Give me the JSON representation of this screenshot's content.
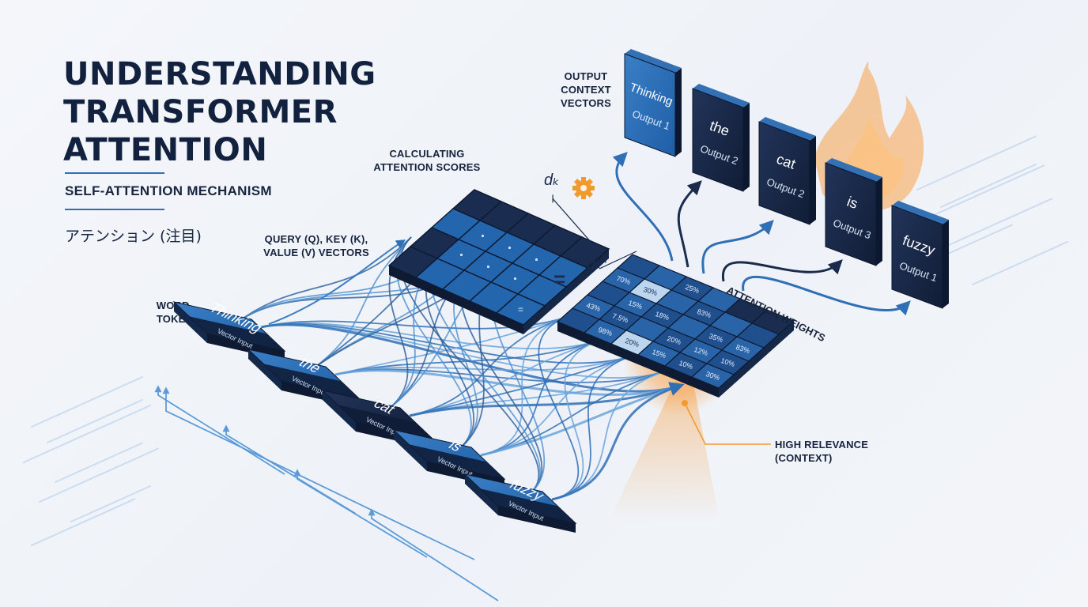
{
  "title_lines": [
    "UNDERSTANDING",
    "TRANSFORMER",
    "ATTENTION"
  ],
  "subtitle": "SELF-ATTENTION MECHANISM",
  "jp_subtitle": "アテンション (注目)",
  "labels": {
    "calc": "CALCULATING ATTENTION SCORES",
    "qkv": "QUERY (Q), KEY (K), VALUE (V) VECTORS",
    "word_token": "WORD-TOKEN",
    "output_ctx": "OUTPUT CONTEXT VECTORS",
    "attn_weights": "ATTENTION WEIGHTS",
    "high_relevance": "HIGH RELEVANCE (CONTEXT)",
    "dk": "dₖ",
    "equals": "="
  },
  "input_tokens": [
    {
      "word": "Thinking",
      "caption": "Vector Input"
    },
    {
      "word": "the",
      "caption": "Vector Input"
    },
    {
      "word": "cat",
      "caption": "Vector Input"
    },
    {
      "word": "is",
      "caption": "Vector Input"
    },
    {
      "word": "fuzzy",
      "caption": "Vector Input"
    }
  ],
  "output_cards": [
    {
      "word": "Thinking",
      "caption": "Output 1"
    },
    {
      "word": "the",
      "caption": "Output 2"
    },
    {
      "word": "cat",
      "caption": "Output 2"
    },
    {
      "word": "is",
      "caption": "Output 3"
    },
    {
      "word": "fuzzy",
      "caption": "Output 1"
    }
  ],
  "weight_rows": [
    [
      "",
      "",
      "25%",
      "",
      ""
    ],
    [
      "70%",
      "30%",
      "",
      "83%",
      ""
    ],
    [
      "",
      "15%",
      "18%",
      "",
      "35%",
      "83%"
    ],
    [
      "43%",
      "",
      "7.5%",
      "20%",
      "",
      ""
    ],
    [
      "",
      "98%",
      "",
      "",
      "12%",
      "10%"
    ],
    [
      "",
      "",
      "20%",
      "15%",
      "",
      ""
    ],
    [
      "",
      "",
      "",
      "",
      "30%",
      ""
    ],
    [
      "",
      "",
      "",
      "",
      "10%",
      ""
    ]
  ],
  "weight_cells": [
    "25%",
    "70%",
    "30%",
    "83%",
    "15%",
    "18%",
    "35%",
    "83%",
    "43%",
    "7.5%",
    "20%",
    "98%",
    "20%",
    "12%",
    "10%",
    "15%",
    "30%",
    "10%"
  ],
  "colors": {
    "accent": "#2f6fb5",
    "dark_card": "#15233f",
    "blue_card": "#2465ad",
    "orange": "#f4942e"
  }
}
